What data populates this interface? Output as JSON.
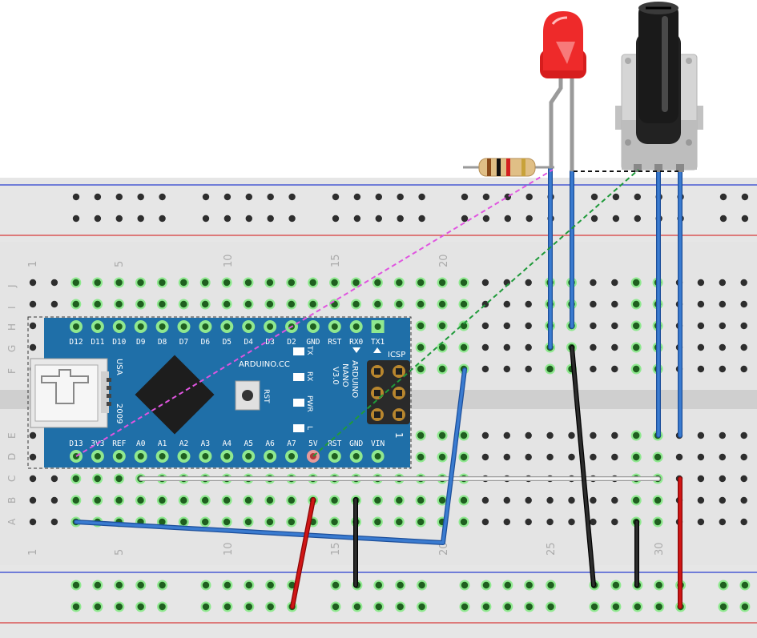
{
  "breadboard": {
    "column_numbers_top": [
      "1",
      "5",
      "10",
      "15",
      "20"
    ],
    "column_numbers_bottom": [
      "1",
      "5",
      "10",
      "15",
      "20",
      "25",
      "30"
    ],
    "row_letters_upper": [
      "J",
      "I",
      "H",
      "G",
      "F"
    ],
    "row_letters_lower": [
      "E",
      "D",
      "C",
      "B",
      "A"
    ]
  },
  "arduino": {
    "top_pins": [
      "D12",
      "D11",
      "D10",
      "D9",
      "D8",
      "D7",
      "D6",
      "D5",
      "D4",
      "D3",
      "D2",
      "GND",
      "RST",
      "RX0",
      "TX1"
    ],
    "bottom_pins": [
      "D13",
      "3V3",
      "REF",
      "A0",
      "A1",
      "A2",
      "A3",
      "A4",
      "A5",
      "A6",
      "A7",
      "5V",
      "RST",
      "GND",
      "VIN"
    ],
    "board_label": "ARDUINO.CC",
    "model_line1": "ARDUINO",
    "model_line2": "NANO",
    "model_line3": "V3.0",
    "icsp_label": "ICSP",
    "usb_label": "USA",
    "year_label": "2009",
    "rst_button_label": "RST",
    "led_labels": [
      "TX",
      "RX",
      "PWR",
      "L"
    ],
    "corner_mark": "1"
  },
  "colors": {
    "board_blue": "#1f6fa8",
    "wire_blue": "#3a7bd0",
    "wire_black": "#222222",
    "wire_red": "#cc1111",
    "wire_white": "#e8e8e8",
    "led_red": "#ee2a2a",
    "rail_red_line": "#d83a3a",
    "rail_blue_line": "#2a3fd0",
    "hole_green": "#7ee07e",
    "ratsnest_magenta": "#e055e0",
    "ratsnest_green": "#1f9a3a"
  }
}
